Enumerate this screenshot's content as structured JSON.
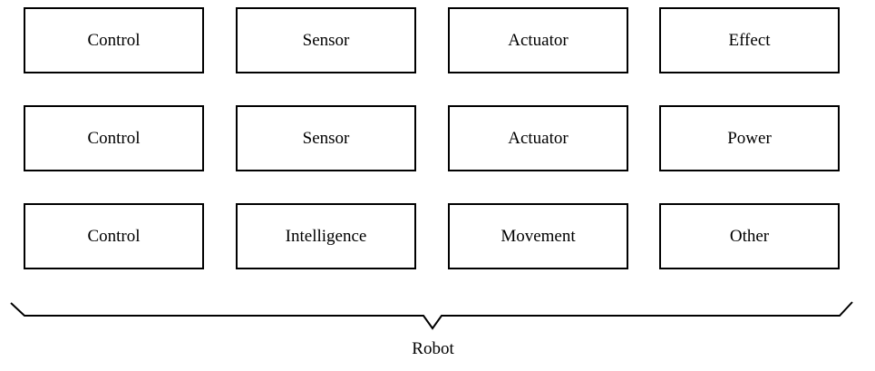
{
  "rows": [
    [
      "Control",
      "Sensor",
      "Actuator",
      "Effect"
    ],
    [
      "Control",
      "Sensor",
      "Actuator",
      "Power"
    ],
    [
      "Control",
      "Intelligence",
      "Movement",
      "Other"
    ]
  ],
  "brace_label": "Robot"
}
